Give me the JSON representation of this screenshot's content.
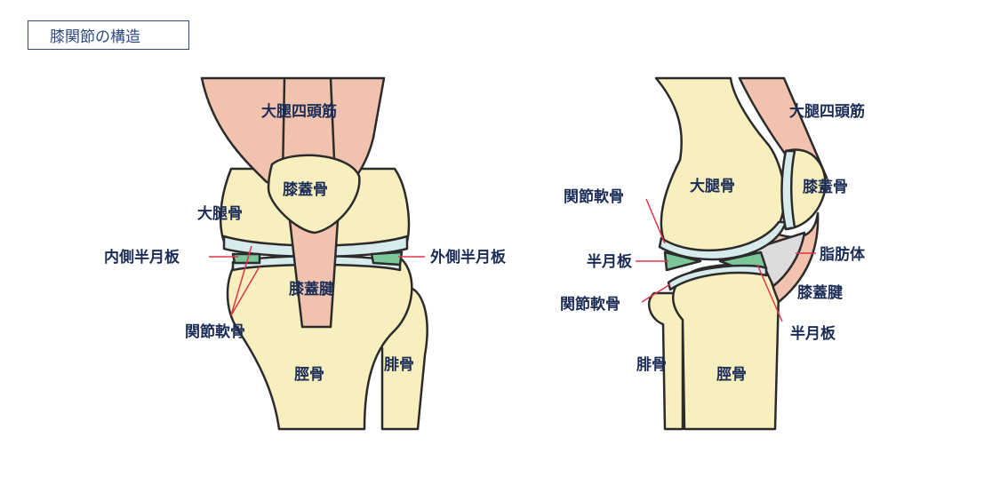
{
  "title": "膝関節の構造",
  "front_view": {
    "quadriceps": "大腿四頭筋",
    "patella": "膝蓋骨",
    "femur": "大腿骨",
    "medial_meniscus": "内側半月板",
    "lateral_meniscus": "外側半月板",
    "patellar_tendon": "膝蓋腱",
    "articular_cartilage": "関節軟骨",
    "tibia": "脛骨",
    "fibula": "腓骨"
  },
  "side_view": {
    "quadriceps": "大腿四頭筋",
    "femur": "大腿骨",
    "patella": "膝蓋骨",
    "articular_cartilage_upper": "関節軟骨",
    "meniscus_left": "半月板",
    "fat_pad": "脂肪体",
    "articular_cartilage_lower": "関節軟骨",
    "patellar_tendon": "膝蓋腱",
    "meniscus_right": "半月板",
    "fibula": "腓骨",
    "tibia": "脛骨"
  },
  "colors": {
    "bone": "#f8efbe",
    "muscle": "#f1c2ad",
    "cartilage": "#d7ebec",
    "meniscus": "#7cc79a",
    "fat": "#dcdcdc",
    "outline": "#2b2b2b",
    "leader": "#e0344a",
    "label": "#1b2d57"
  }
}
